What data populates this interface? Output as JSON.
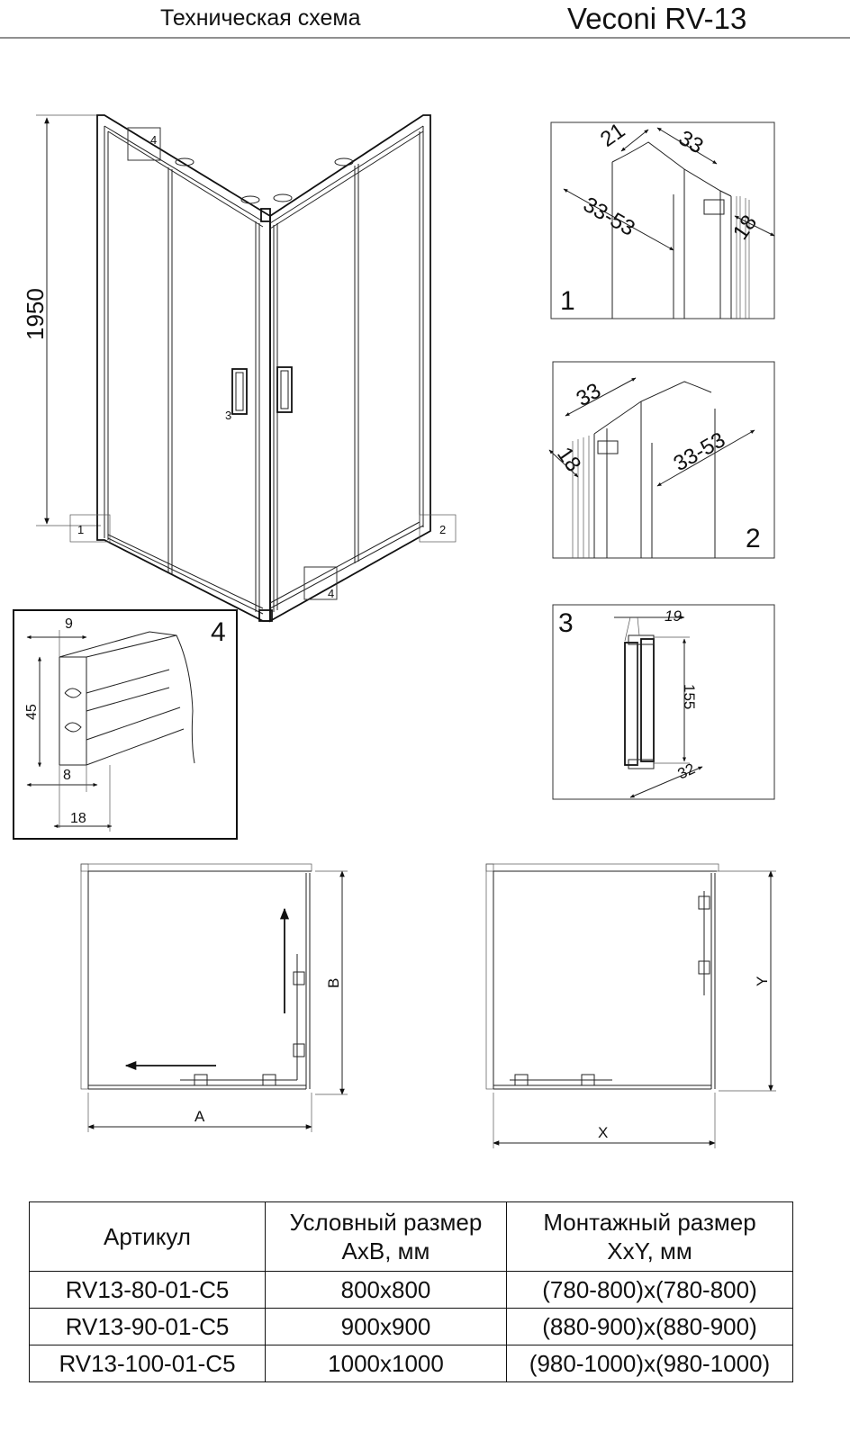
{
  "header": {
    "title": "Техническая схема",
    "model": "Veconi RV-13"
  },
  "elevation": {
    "height_dim": "1950",
    "callout_1": "1",
    "callout_2": "2",
    "callout_3": "3",
    "callout_4_top": "4",
    "callout_4_bottom": "4"
  },
  "detail_1": {
    "label": "1",
    "dims": [
      "21",
      "33",
      "33-53",
      "18"
    ]
  },
  "detail_2": {
    "label": "2",
    "dims": [
      "33",
      "18",
      "33-53"
    ]
  },
  "detail_3": {
    "label": "3",
    "dims": [
      "19",
      "155",
      "32"
    ]
  },
  "detail_4": {
    "label": "4",
    "dims": [
      "9",
      "45",
      "8",
      "18"
    ]
  },
  "plan_left": {
    "dim_a": "A",
    "dim_b": "B"
  },
  "plan_right": {
    "dim_x": "X",
    "dim_y": "Y"
  },
  "table": {
    "headers": [
      "Артикул",
      "Условный размер",
      "AxB, мм",
      "Монтажный размер",
      "XxY, мм"
    ],
    "rows": [
      [
        "RV13-80-01-C5",
        "800x800",
        "(780-800)x(780-800)"
      ],
      [
        "RV13-90-01-C5",
        "900x900",
        "(880-900)x(880-900)"
      ],
      [
        "RV13-100-01-C5",
        "1000x1000",
        "(980-1000)x(980-1000)"
      ]
    ]
  }
}
